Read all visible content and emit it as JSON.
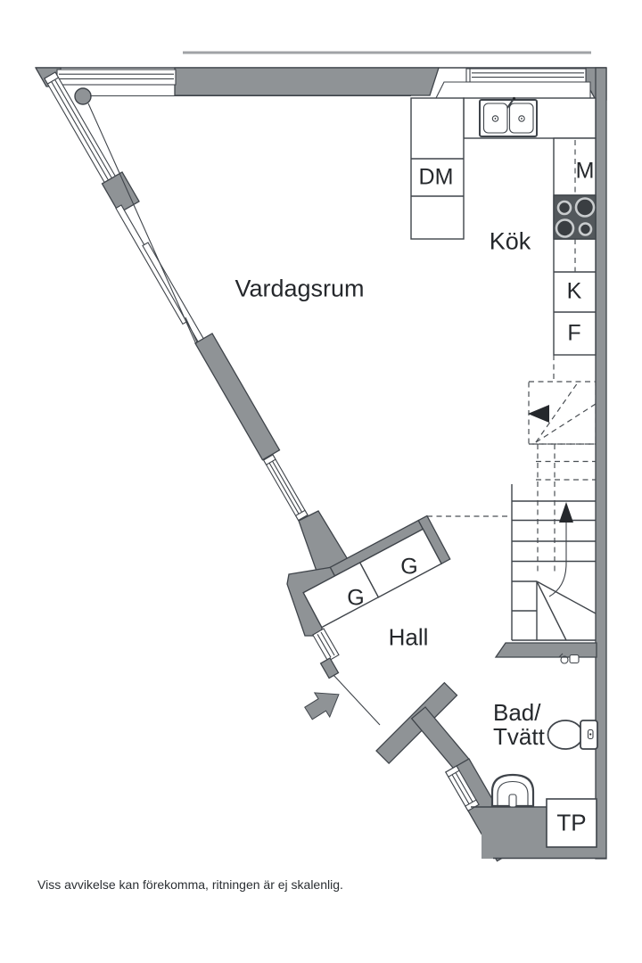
{
  "plan": {
    "rooms": {
      "living_room": "Vardagsrum",
      "kitchen": "Kök",
      "hall": "Hall",
      "bathroom_line1": "Bad/",
      "bathroom_line2": "Tvätt"
    },
    "labels": {
      "dishwasher": "DM",
      "microwave": "M",
      "fridge": "K",
      "freezer": "F",
      "drying_cabinet": "TP",
      "wardrobe_1": "G",
      "wardrobe_2": "G"
    },
    "footer": "Viss avvikelse kan förekomma, ritningen är ej skalenlig.",
    "colors": {
      "wall_gray": "#8f9396",
      "outline": "#3f444a",
      "background": "#ffffff",
      "stove_dark": "#53585c"
    }
  }
}
